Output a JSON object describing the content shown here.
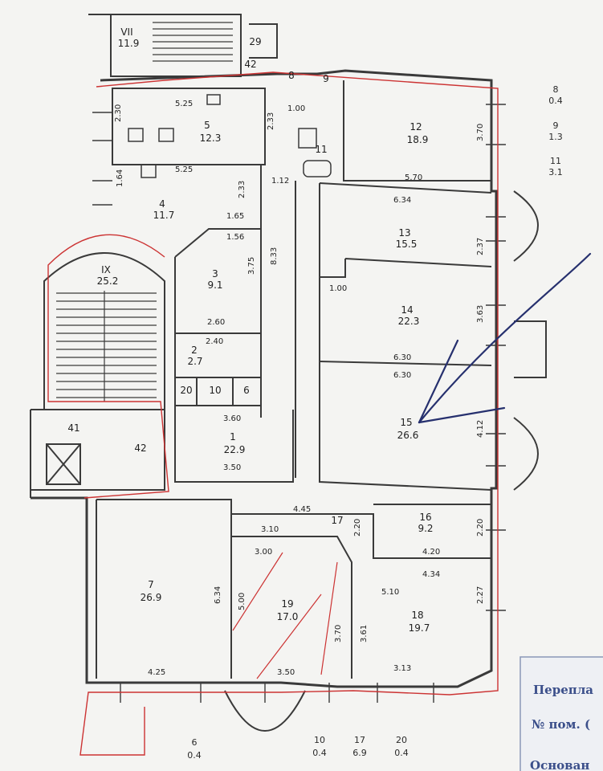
{
  "colors": {
    "wall": "#3a3a3a",
    "red_line": "#cc3333",
    "arrow": "#26306e",
    "legend_text": "#3b4f8a"
  },
  "rooms": [
    {
      "id": "VII",
      "num": "VII",
      "area": "11.9"
    },
    {
      "id": "29",
      "num": "29"
    },
    {
      "id": "42-top",
      "num": "42"
    },
    {
      "id": "8-top",
      "num": "8"
    },
    {
      "id": "9",
      "num": "9"
    },
    {
      "id": "5",
      "num": "5",
      "area": "12.3"
    },
    {
      "id": "11",
      "num": "11"
    },
    {
      "id": "12",
      "num": "12",
      "area": "18.9"
    },
    {
      "id": "4",
      "num": "4",
      "area": "11.7"
    },
    {
      "id": "13",
      "num": "13",
      "area": "15.5"
    },
    {
      "id": "IX",
      "num": "IX",
      "area": "25.2"
    },
    {
      "id": "3",
      "num": "3",
      "area": "9.1"
    },
    {
      "id": "14",
      "num": "14",
      "area": "22.3"
    },
    {
      "id": "2",
      "num": "2",
      "area": "2.7"
    },
    {
      "id": "20",
      "num": "20"
    },
    {
      "id": "10",
      "num": "10"
    },
    {
      "id": "6",
      "num": "6"
    },
    {
      "id": "41",
      "num": "41"
    },
    {
      "id": "42",
      "num": "42"
    },
    {
      "id": "1",
      "num": "1",
      "area": "22.9"
    },
    {
      "id": "15",
      "num": "15",
      "area": "26.6"
    },
    {
      "id": "17",
      "num": "17"
    },
    {
      "id": "16",
      "num": "16",
      "area": "9.2"
    },
    {
      "id": "7",
      "num": "7",
      "area": "26.9"
    },
    {
      "id": "19",
      "num": "19",
      "area": "17.0"
    },
    {
      "id": "18",
      "num": "18",
      "area": "19.7"
    }
  ],
  "dimensions": [
    "5.25",
    "2.30",
    "2.33",
    "1.00",
    "3.70",
    "1.64",
    "5.25",
    "2.33",
    "1.12",
    "5.70",
    "6.34",
    "1.65",
    "1.56",
    "2.37",
    "3.75",
    "8.33",
    "1.00",
    "2.60",
    "3.63",
    "2.40",
    "6.30",
    "6.30",
    "3.60",
    "4.12",
    "3.50",
    "4.45",
    "2.20",
    "2.20",
    "3.10",
    "3.00",
    "4.20",
    "4.34",
    "6.34",
    "5.10",
    "5.00",
    "3.70",
    "3.61",
    "2.27",
    "4.25",
    "3.50",
    "3.13"
  ],
  "side_areas": [
    {
      "num": "8",
      "area": "0.4"
    },
    {
      "num": "9",
      "area": "1.3"
    },
    {
      "num": "11",
      "area": "3.1"
    },
    {
      "num": "6",
      "area": "0.4"
    },
    {
      "num": "10",
      "area": "0.4"
    },
    {
      "num": "17",
      "area": "6.9"
    },
    {
      "num": "20",
      "area": "0.4"
    }
  ],
  "legend": [
    "Перепла",
    "№ пом. (",
    "Основан"
  ]
}
